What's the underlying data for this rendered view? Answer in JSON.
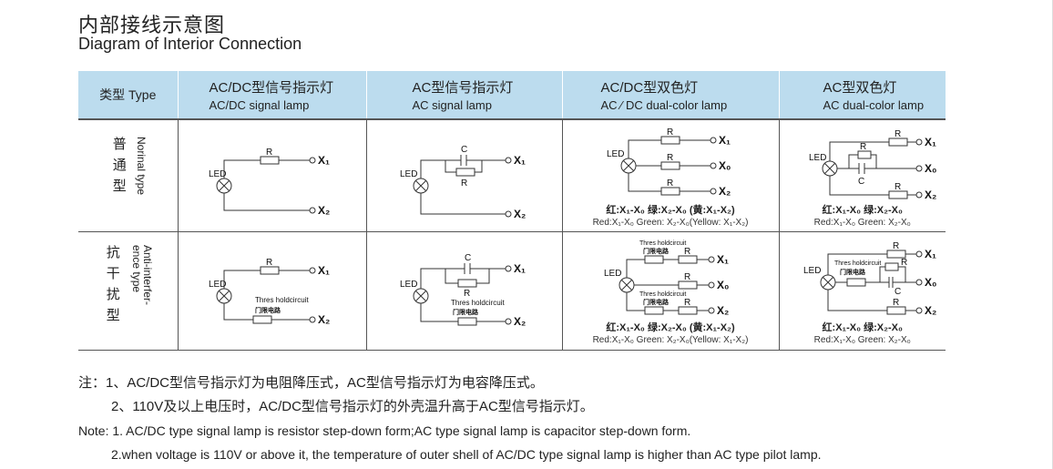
{
  "title": {
    "cn": "内部接线示意图",
    "en": "Diagram of Interior Connection"
  },
  "table": {
    "headers": [
      {
        "cn": "类型 Type",
        "en": ""
      },
      {
        "cn": "AC/DC型信号指示灯",
        "en": "AC/DC  signal lamp"
      },
      {
        "cn": "AC型信号指示灯",
        "en": "AC signal lamp"
      },
      {
        "cn": "AC/DC型双色灯",
        "en": "AC ∕ DC dual-color lamp"
      },
      {
        "cn": "AC型双色灯",
        "en": "AC dual-color lamp"
      }
    ],
    "rows": [
      {
        "cn": "普通型",
        "en": "Norinal type"
      },
      {
        "cn": "抗干扰型",
        "en": "Anti-interfer-ence type"
      }
    ],
    "labels": {
      "R": "R",
      "C": "C",
      "LED": "LED",
      "X0": "X₀",
      "X1": "X₁",
      "X2": "X₂",
      "thres_en": "Thres holdcircuit",
      "thres_cn": "门限电路"
    },
    "captions": {
      "dual_acdc_cn": "红:X₁-X₀  绿:X₂-X₀  (黄:X₁-X₂)",
      "dual_acdc_en": "Red:X₁-X₀  Green: X₂-X₀(Yellow: X₁-X₂)",
      "dual_ac_cn": "红:X₁-X₀  绿:X₂-X₀",
      "dual_ac_en": "Red:X₁-X₀  Green: X₂-X₀"
    }
  },
  "notes": [
    "注：1、AC/DC型信号指示灯为电阻降压式，AC型信号指示灯为电容降压式。",
    "2、110V及以上电压时，AC/DC型信号指示灯的外壳温升高于AC型信号指示灯。",
    "Note: 1. AC/DC type signal lamp is resistor step-down form;AC type signal lamp is capacitor step-down form.",
    "2.when voltage is 110V or above it, the temperature of outer shell of AC/DC type signal lamp is higher than AC type pilot lamp."
  ]
}
